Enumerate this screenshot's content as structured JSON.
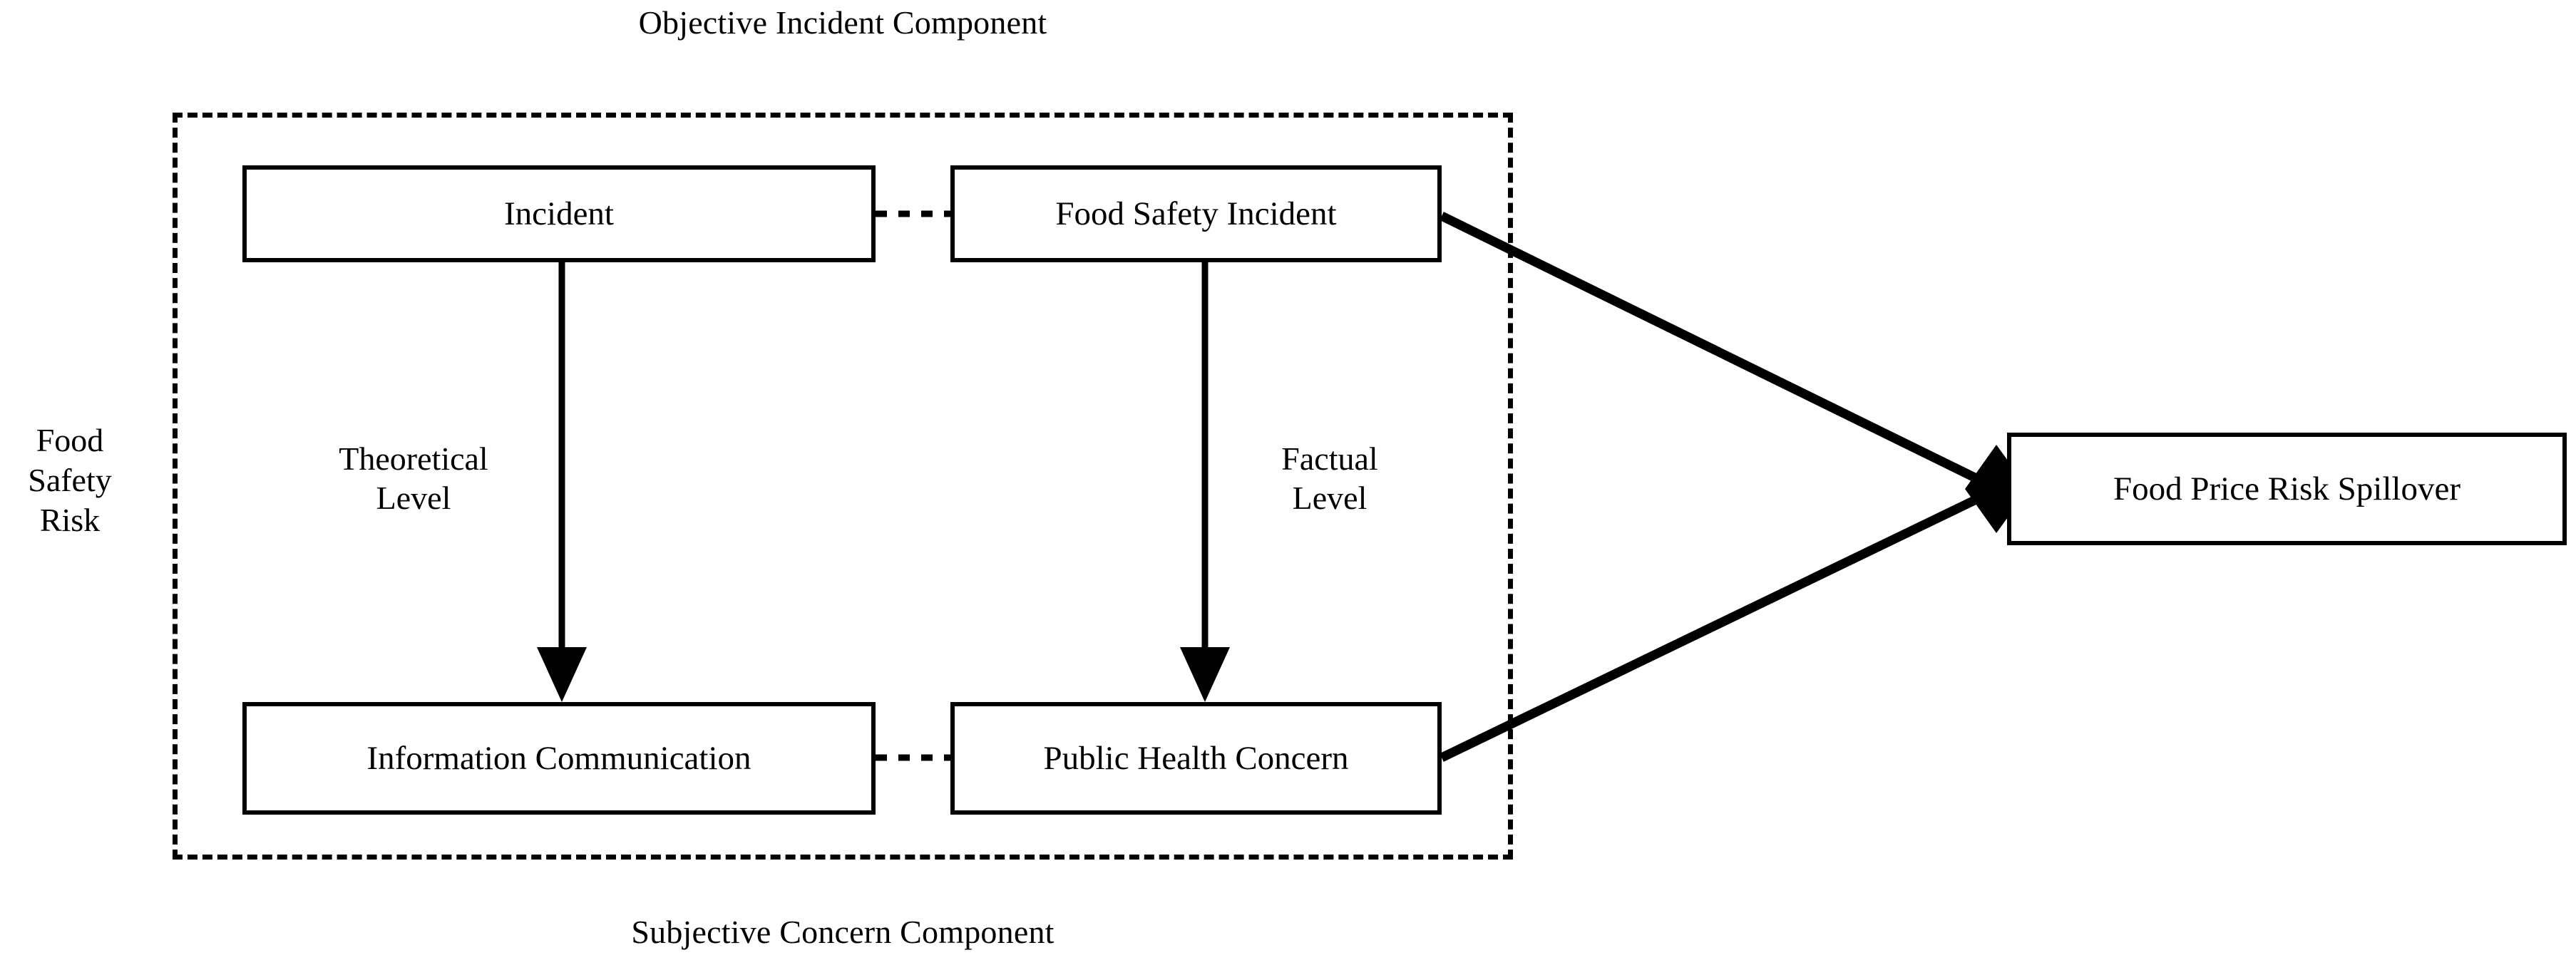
{
  "diagram": {
    "title_top": "Objective Incident Component",
    "title_bottom": "Subjective Concern Component",
    "side_label": "Food\nSafety\nRisk",
    "nodes": {
      "incident": "Incident",
      "food_safety_incident": "Food Safety Incident",
      "information_communication": "Information Communication",
      "public_health_concern": "Public Health Concern",
      "food_price_risk_spillover": "Food Price Risk Spillover"
    },
    "edge_labels": {
      "theoretical_level": "Theoretical\nLevel",
      "factual_level": "Factual\nLevel"
    },
    "colors": {
      "stroke": "#000000",
      "background": "#ffffff"
    },
    "connectors": [
      {
        "name": "incident-to-food-safety-incident",
        "style": "dotted",
        "direction": "horizontal"
      },
      {
        "name": "information-communication-to-public-health-concern",
        "style": "dotted",
        "direction": "horizontal"
      },
      {
        "name": "incident-to-information-communication",
        "style": "solid-arrow",
        "direction": "down",
        "label": "Theoretical Level"
      },
      {
        "name": "food-safety-incident-to-public-health-concern",
        "style": "solid-arrow",
        "direction": "down",
        "label": "Factual Level"
      },
      {
        "name": "food-safety-incident-to-spillover",
        "style": "solid-arrow",
        "direction": "diagonal-down-right"
      },
      {
        "name": "public-health-concern-to-spillover",
        "style": "solid-arrow",
        "direction": "diagonal-up-right"
      }
    ]
  }
}
